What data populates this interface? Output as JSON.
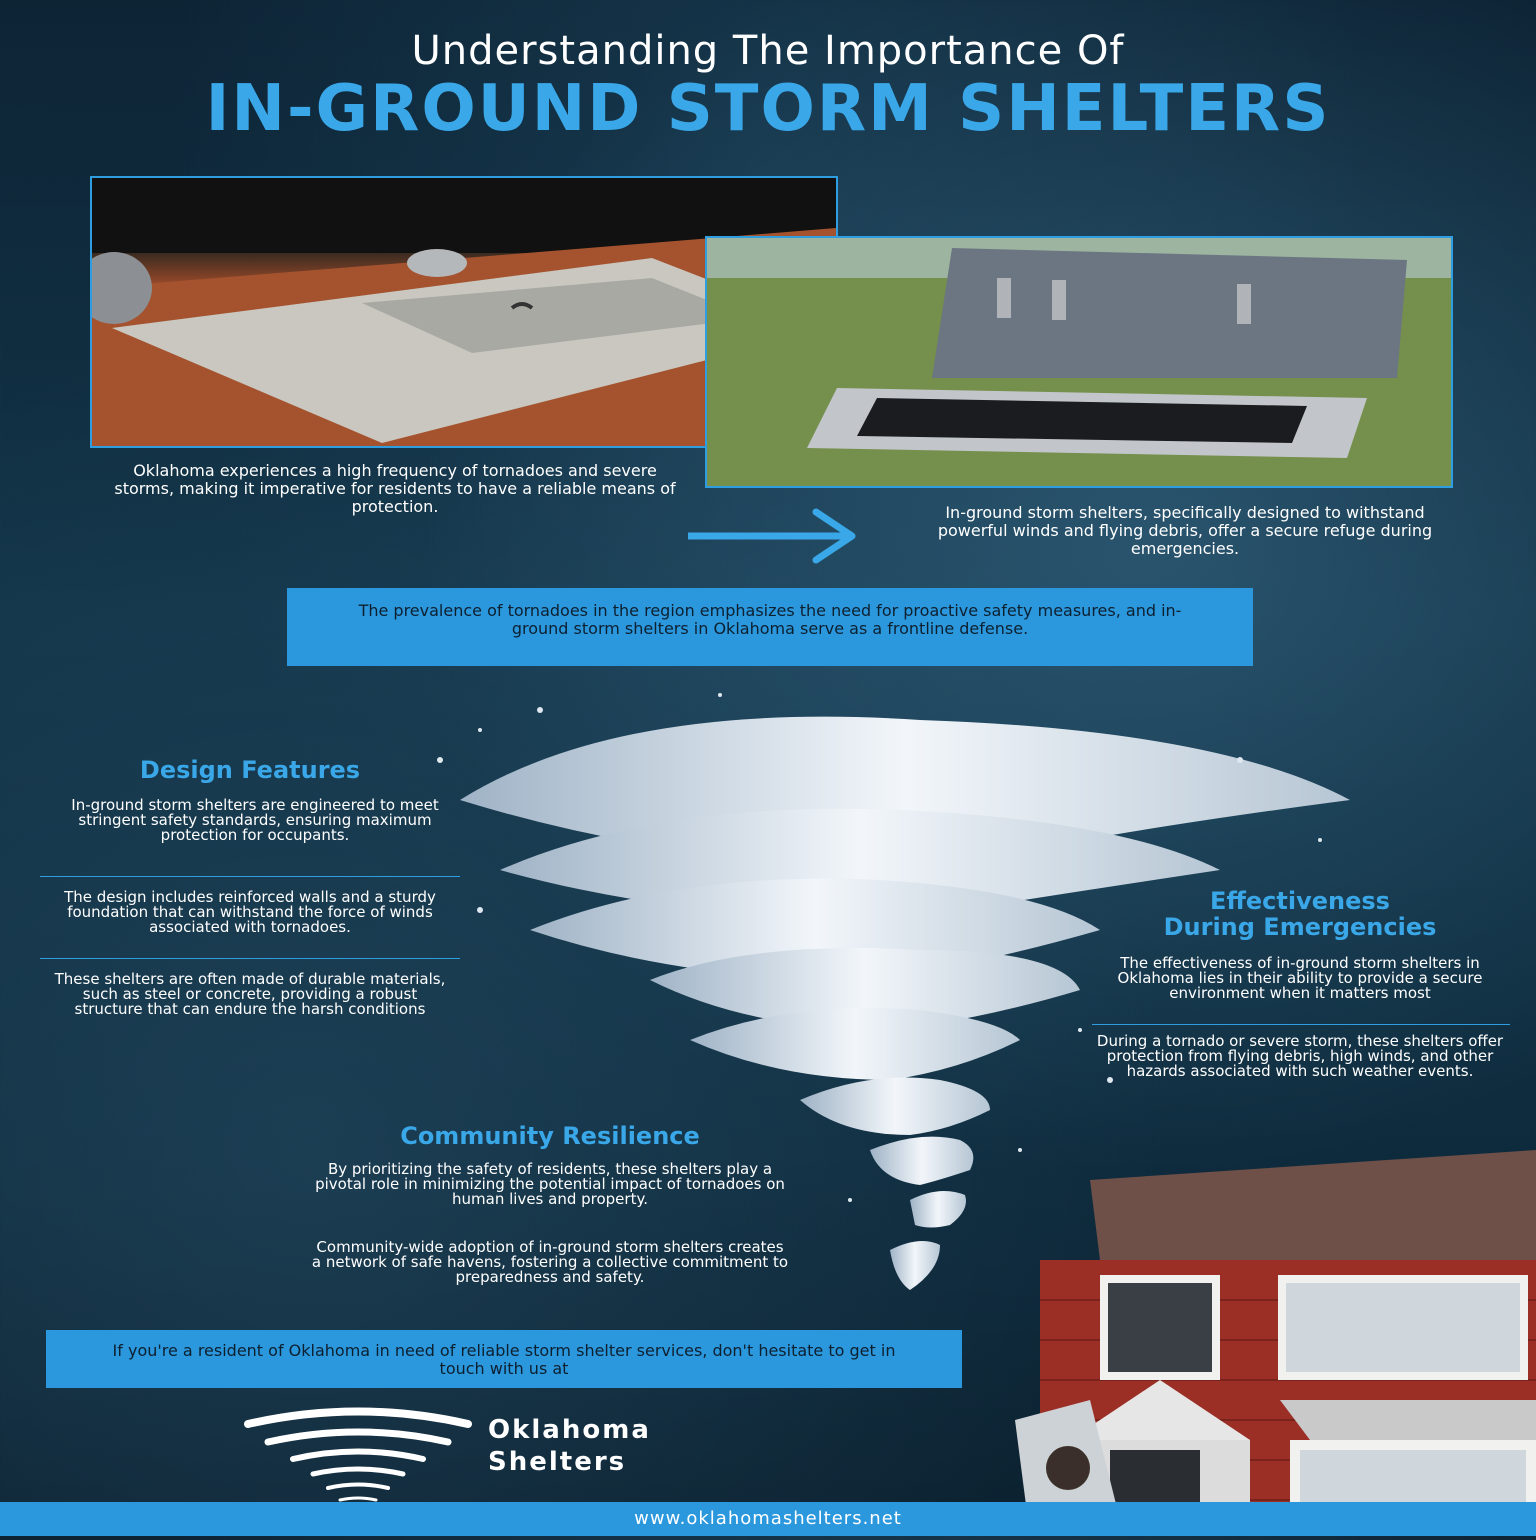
{
  "header": {
    "title_line1": "Understanding The Importance Of",
    "title_line2": "IN-GROUND STORM SHELTERS"
  },
  "intro": {
    "left_paragraph": "Oklahoma experiences a high frequency of tornadoes and severe storms, making it imperative for residents to have a reliable means of protection.",
    "right_paragraph": "In-ground storm shelters, specifically designed to withstand powerful winds and flying debris, offer a secure refuge during emergencies."
  },
  "banner_top": "The prevalence of tornadoes in the region emphasizes the need for proactive safety measures, and in-ground storm shelters in Oklahoma serve as a frontline defense.",
  "design_features": {
    "heading": "Design Features",
    "points": [
      "In-ground storm shelters are engineered to meet stringent safety standards, ensuring maximum protection for occupants.",
      "The design includes reinforced walls and a sturdy foundation that can withstand the force of winds associated with tornadoes.",
      "These shelters are often made of durable materials, such as steel or concrete, providing a robust structure that can endure the harsh conditions"
    ]
  },
  "effectiveness": {
    "heading_line1": "Effectiveness",
    "heading_line2": "During Emergencies",
    "points": [
      "The effectiveness of in-ground storm shelters in Oklahoma lies in their ability to provide a secure environment when it matters most",
      "During a tornado or severe storm, these shelters offer protection from flying debris, high winds, and other hazards associated with such weather events."
    ]
  },
  "community": {
    "heading": "Community Resilience",
    "points": [
      "By prioritizing the safety of residents, these shelters play a pivotal role in minimizing the potential impact of tornadoes on human lives and property.",
      "Community-wide adoption of in-ground storm shelters creates a network of safe havens, fostering a collective commitment to preparedness and safety."
    ]
  },
  "banner_bottom": "If you're a resident of Oklahoma in need of reliable storm shelter services, don't hesitate to get in touch with us at",
  "logo": {
    "line1": "Oklahoma",
    "line2": "Shelters"
  },
  "footer": {
    "url": "www.oklahomashelters.net"
  },
  "icons": {
    "arrow": "arrow-right-icon",
    "logo": "tornado-logo-icon"
  },
  "colors": {
    "accent": "#2b97dc",
    "heading": "#3aa8e8",
    "background": "#123448"
  }
}
